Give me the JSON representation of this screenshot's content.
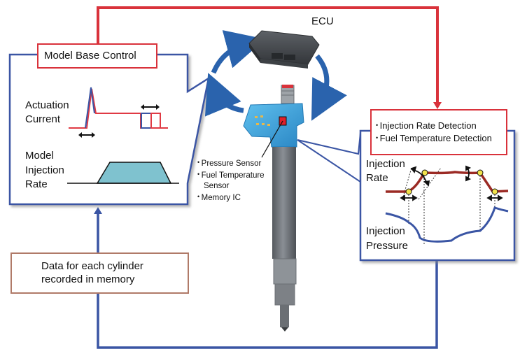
{
  "title_label": "ECU",
  "model_base_control": {
    "title": "Model Base Control",
    "actuation_label_line1": "Actuation",
    "actuation_label_line2": "Current",
    "injection_label_line1": "Model",
    "injection_label_line2": "Injection",
    "injection_label_line3": "Rate"
  },
  "injector_features": [
    "Pressure Sensor",
    "Fuel Temperature",
    "Sensor",
    "Memory IC"
  ],
  "detection_box": {
    "items": [
      "Injection Rate Detection",
      "Fuel Temperature Detection"
    ]
  },
  "detection_chart": {
    "rate_label_line1": "Injection",
    "rate_label_line2": "Rate",
    "pressure_label_line1": "Injection",
    "pressure_label_line2": "Pressure"
  },
  "memory_box": {
    "line1": "Data for each cylinder",
    "line2": "recorded in memory"
  },
  "colors": {
    "flow_red": "#d9323b",
    "flow_blue": "#3a55a4",
    "cycle_arrow_blue": "#2a63ad",
    "injector_blue": "#3aa0d8",
    "injector_gray": "#6b6f74",
    "rate_curve": "#9b2a24",
    "pressure_curve": "#3a55a4",
    "model_rate_fill": "#7fc2cf",
    "marker_yellow": "#f2e24a"
  }
}
